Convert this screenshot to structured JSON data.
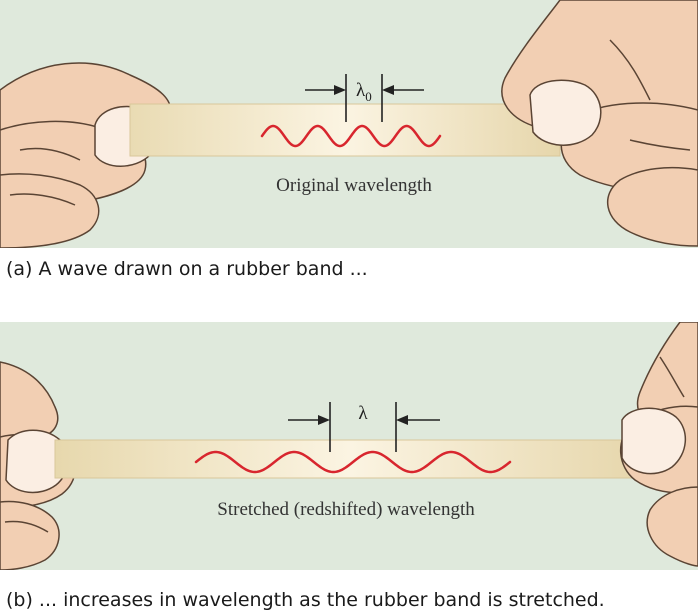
{
  "panel_a": {
    "caption": "(a)  A wave drawn on a rubber band ...",
    "band_label": "Original wavelength",
    "lambda_symbol": "λ",
    "lambda_subscript": "0",
    "wave_cycles": 4
  },
  "panel_b": {
    "caption": "(b)  ... increases in wavelength as the rubber band is stretched.",
    "band_label": "Stretched (redshifted) wavelength",
    "lambda_symbol": "λ",
    "wave_cycles": 4
  },
  "colors": {
    "background": "#dfe9dc",
    "band": "#f1e5c4",
    "wave": "#d8262e",
    "skin": "#f2cfb3"
  }
}
